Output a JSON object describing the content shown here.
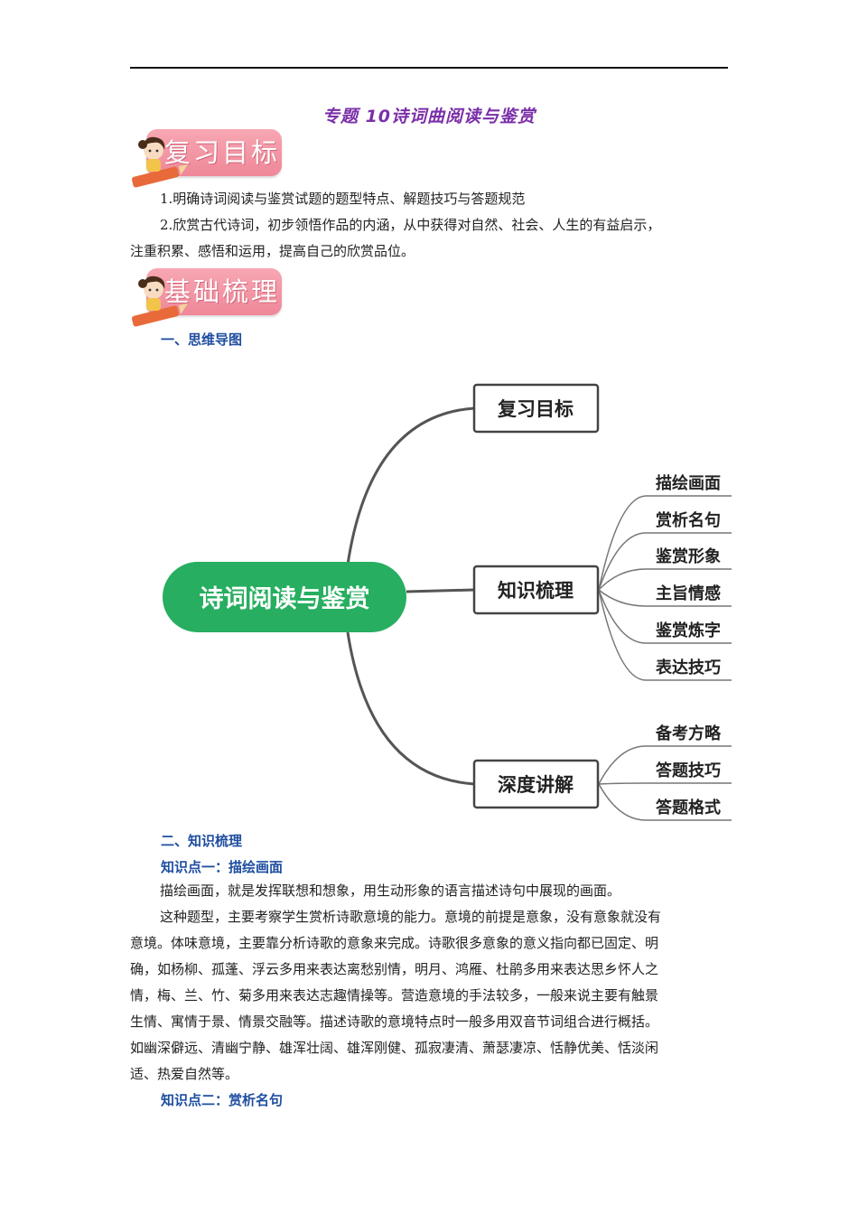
{
  "doc": {
    "title": "专题 10诗词曲阅读与鉴赏"
  },
  "banners": {
    "goals": "复习目标",
    "basics": "基础梳理"
  },
  "goals": {
    "item1": "1.明确诗词阅读与鉴赏试题的题型特点、解题技巧与答题规范",
    "item2_line1": "2.欣赏古代诗词，初步领悟作品的内涵，从中获得对自然、社会、人生的有益启示，",
    "item2_line2": "注重积累、感悟和运用，提高自己的欣赏品位。"
  },
  "sections": {
    "mindmap_head": "一、思维导图",
    "knowledge_head": "二、知识梳理",
    "point1_head": "知识点一：描绘画面",
    "point2_head": "知识点二：赏析名句"
  },
  "mindmap": {
    "root": "诗词阅读与鉴赏",
    "root_color": "#27ae60",
    "branches": {
      "goals": "复习目标",
      "knowledge": "知识梳理",
      "deep": "深度讲解"
    },
    "knowledge_leaves": [
      "描绘画面",
      "赏析名句",
      "鉴赏形象",
      "主旨情感",
      "鉴赏炼字",
      "表达技巧"
    ],
    "deep_leaves": [
      "备考方略",
      "答题技巧",
      "答题格式"
    ]
  },
  "body": {
    "p1": "描绘画面，就是发挥联想和想象，用生动形象的语言描述诗句中展现的画面。",
    "p2_lines": [
      "这种题型，主要考察学生赏析诗歌意境的能力。意境的前提是意象，没有意象就没有",
      "意境。体味意境，主要靠分析诗歌的意象来完成。诗歌很多意象的意义指向都已固定、明",
      "确，如杨柳、孤蓬、浮云多用来表达离愁别情，明月、鸿雁、杜鹃多用来表达思乡怀人之",
      "情，梅、兰、竹、菊多用来表达志趣情操等。营造意境的手法较多，一般来说主要有触景",
      "生情、寓情于景、情景交融等。描述诗歌的意境特点时一般多用双音节词组合进行概括。",
      "如幽深僻远、清幽宁静、雄浑壮阔、雄浑刚健、孤寂凄清、萧瑟凄凉、恬静优美、恬淡闲",
      "适、热爱自然等。"
    ]
  }
}
